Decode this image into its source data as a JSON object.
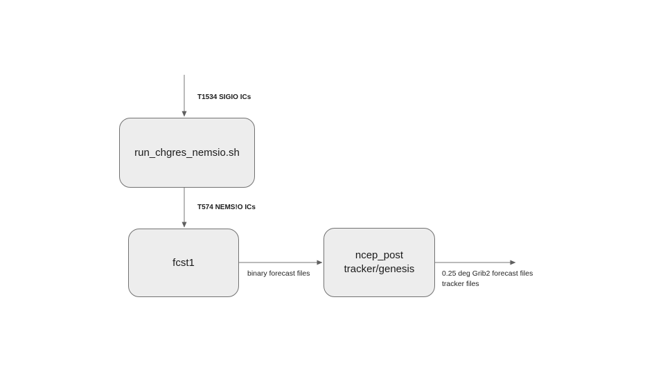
{
  "diagram": {
    "background_color": "#ffffff",
    "node_fill_color": "#ededed",
    "node_border_color": "#717171",
    "arrow_color": "#757575",
    "nodes": [
      {
        "id": "run_chgres_nemsio",
        "label": "run_chgres_nemsio.sh"
      },
      {
        "id": "fcst1",
        "label": "fcst1"
      },
      {
        "id": "ncep_post",
        "label": "ncep_post\ntracker/genesis"
      }
    ],
    "edge_labels": [
      {
        "id": "t1534_sigio_ics",
        "text": "T1534 SIGIO ICs",
        "style": "bold"
      },
      {
        "id": "t574_nemsio_ics",
        "text": "T574 NEMS!O ICs",
        "style": "bold"
      },
      {
        "id": "binary_forecast_files",
        "text": "binary forecast files",
        "style": "plain"
      },
      {
        "id": "grib2_outputs",
        "text": "0.25 deg Grib2 forecast files\ntracker files",
        "style": "plain"
      }
    ],
    "edges": [
      {
        "from": "external-input",
        "to": "run_chgres_nemsio",
        "label_id": "t1534_sigio_ics"
      },
      {
        "from": "run_chgres_nemsio",
        "to": "fcst1",
        "label_id": "t574_nemsio_ics"
      },
      {
        "from": "fcst1",
        "to": "ncep_post",
        "label_id": "binary_forecast_files"
      },
      {
        "from": "ncep_post",
        "to": "external-output",
        "label_id": "grib2_outputs"
      }
    ]
  }
}
